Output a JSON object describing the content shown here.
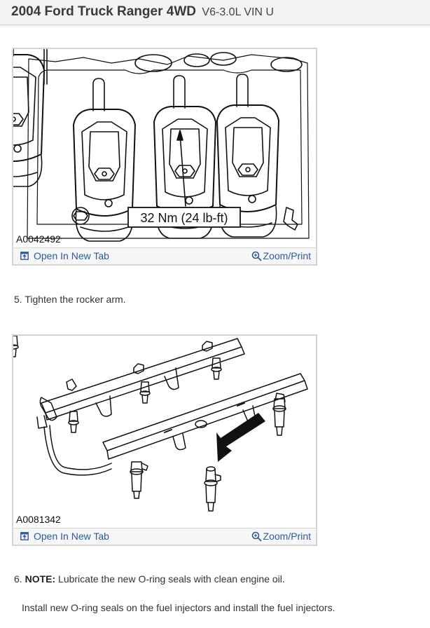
{
  "header": {
    "vehicle": "2004 Ford Truck Ranger 4WD",
    "engine": "V6-3.0L VIN U"
  },
  "figures": [
    {
      "id": "A0042492",
      "callout": "32 Nm (24 lb-ft)",
      "open_label": "Open In New Tab",
      "zoom_label": "Zoom/Print"
    },
    {
      "id": "A0081342",
      "open_label": "Open In New Tab",
      "zoom_label": "Zoom/Print"
    }
  ],
  "steps": [
    {
      "number": "5.",
      "text": "Tighten the rocker arm."
    },
    {
      "number": "6.",
      "note_label": "NOTE:",
      "note_text": "Lubricate the new O-ring seals with clean engine oil.",
      "body": "Install new O-ring seals on the fuel injectors and install the fuel injectors."
    }
  ],
  "icons": {
    "open": "open-in-new-tab-icon",
    "zoom": "magnifier-icon"
  },
  "colors": {
    "link": "#2a5c9a",
    "header_bg": "#f3f3f3",
    "border": "#d4d4d4"
  }
}
